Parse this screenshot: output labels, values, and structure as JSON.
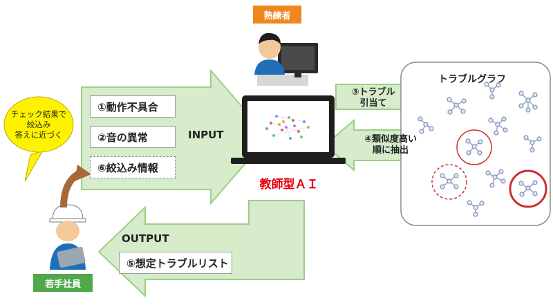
{
  "roles": {
    "expert": "熟練者",
    "junior": "若手社員"
  },
  "bubble": {
    "lines": [
      "チェック結果で",
      "絞込み",
      "答えに近づく"
    ]
  },
  "input": {
    "label": "INPUT",
    "items": [
      "①動作不具合",
      "②音の異常",
      "⑥絞込み情報"
    ]
  },
  "output": {
    "label": "OUTPUT",
    "item": "⑤想定トラブルリスト"
  },
  "ai": {
    "label": "教師型ＡＩ"
  },
  "arrows": {
    "assign": [
      "③トラブル",
      "引当て"
    ],
    "extract": [
      "④類似度高い",
      "順に抽出"
    ]
  },
  "graph": {
    "title": "トラブルグラフ"
  },
  "colors": {
    "arrow_fill": "#d6eccb",
    "arrow_stroke": "#9ccf86",
    "expert_tag": "#f0861e",
    "junior_tag": "#4fa84a",
    "ai_label": "#e3000f",
    "bubble": "#fff200",
    "curve_arrow": "#a5693a"
  }
}
